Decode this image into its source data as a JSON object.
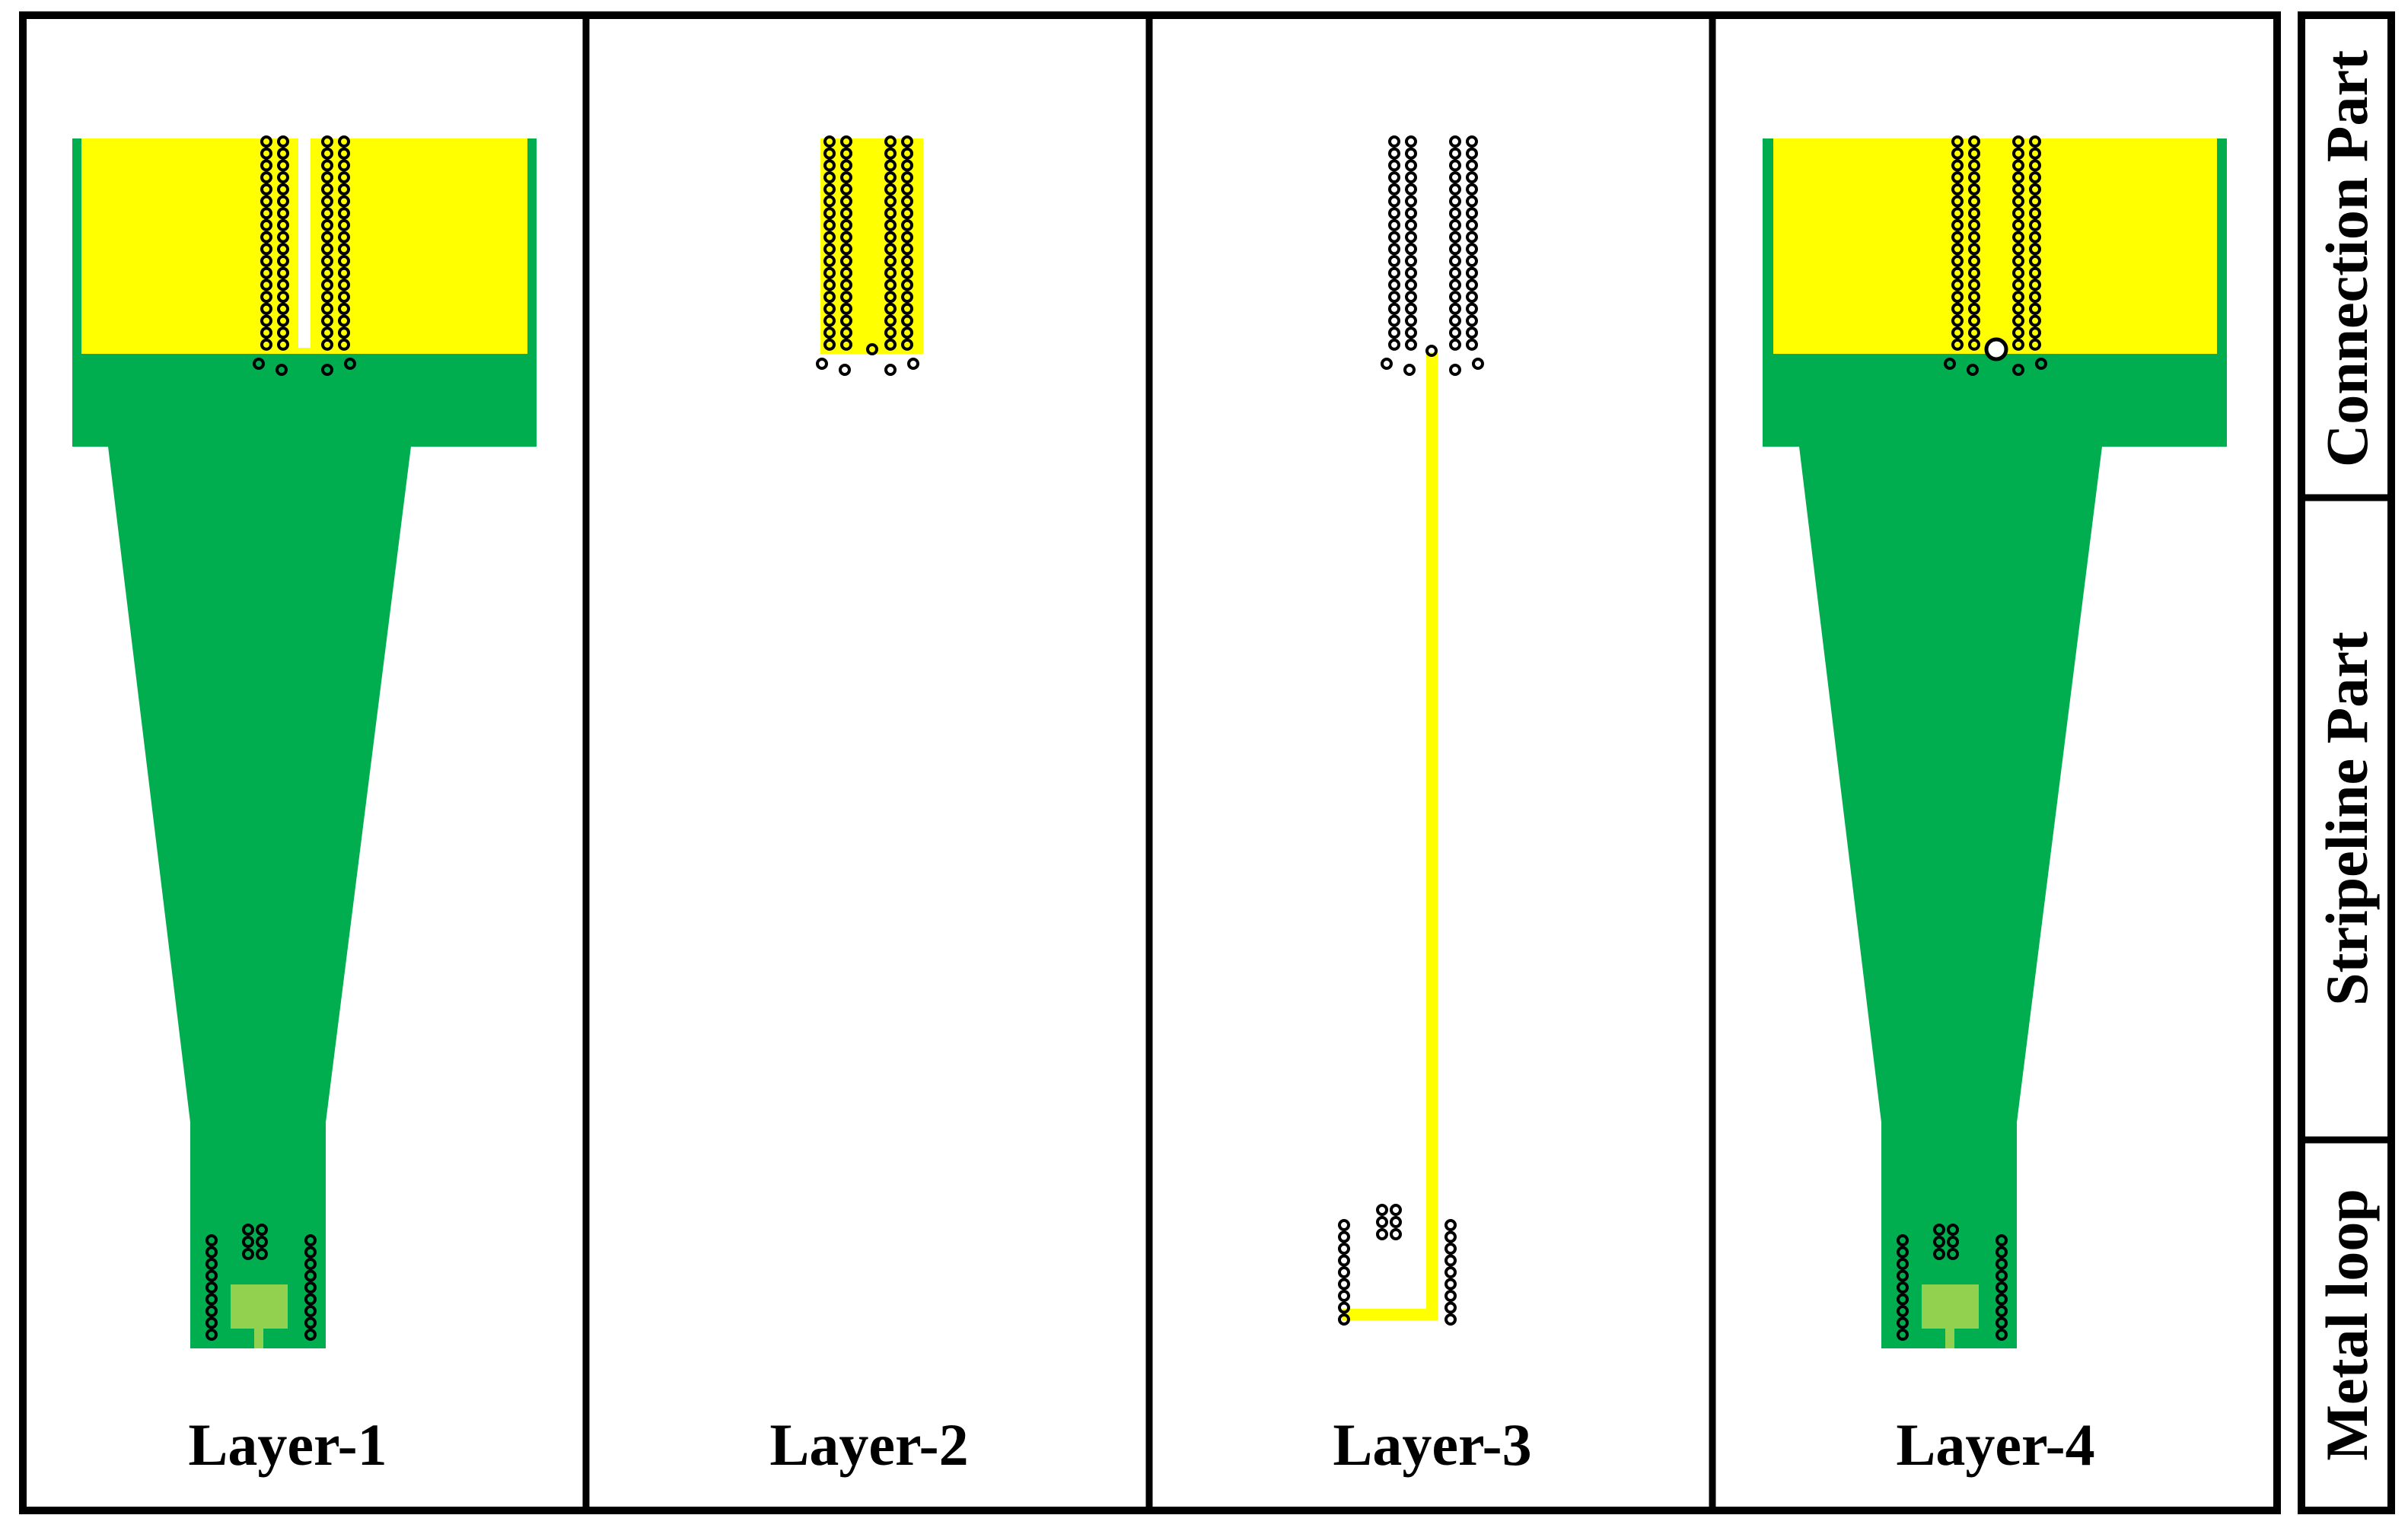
{
  "layers": [
    {
      "label": "Layer-1"
    },
    {
      "label": "Layer-2"
    },
    {
      "label": "Layer-3"
    },
    {
      "label": "Layer-4"
    }
  ],
  "sections": {
    "connection": "Connection Part",
    "stripeline": "Stripeline Part",
    "metal_loop": "Metal loop"
  },
  "colors": {
    "ground_plane": "#00ad4f",
    "signal_metal": "#ffff00",
    "loop_pad": "#92d050",
    "via": "#000000",
    "frame": "#000000"
  }
}
